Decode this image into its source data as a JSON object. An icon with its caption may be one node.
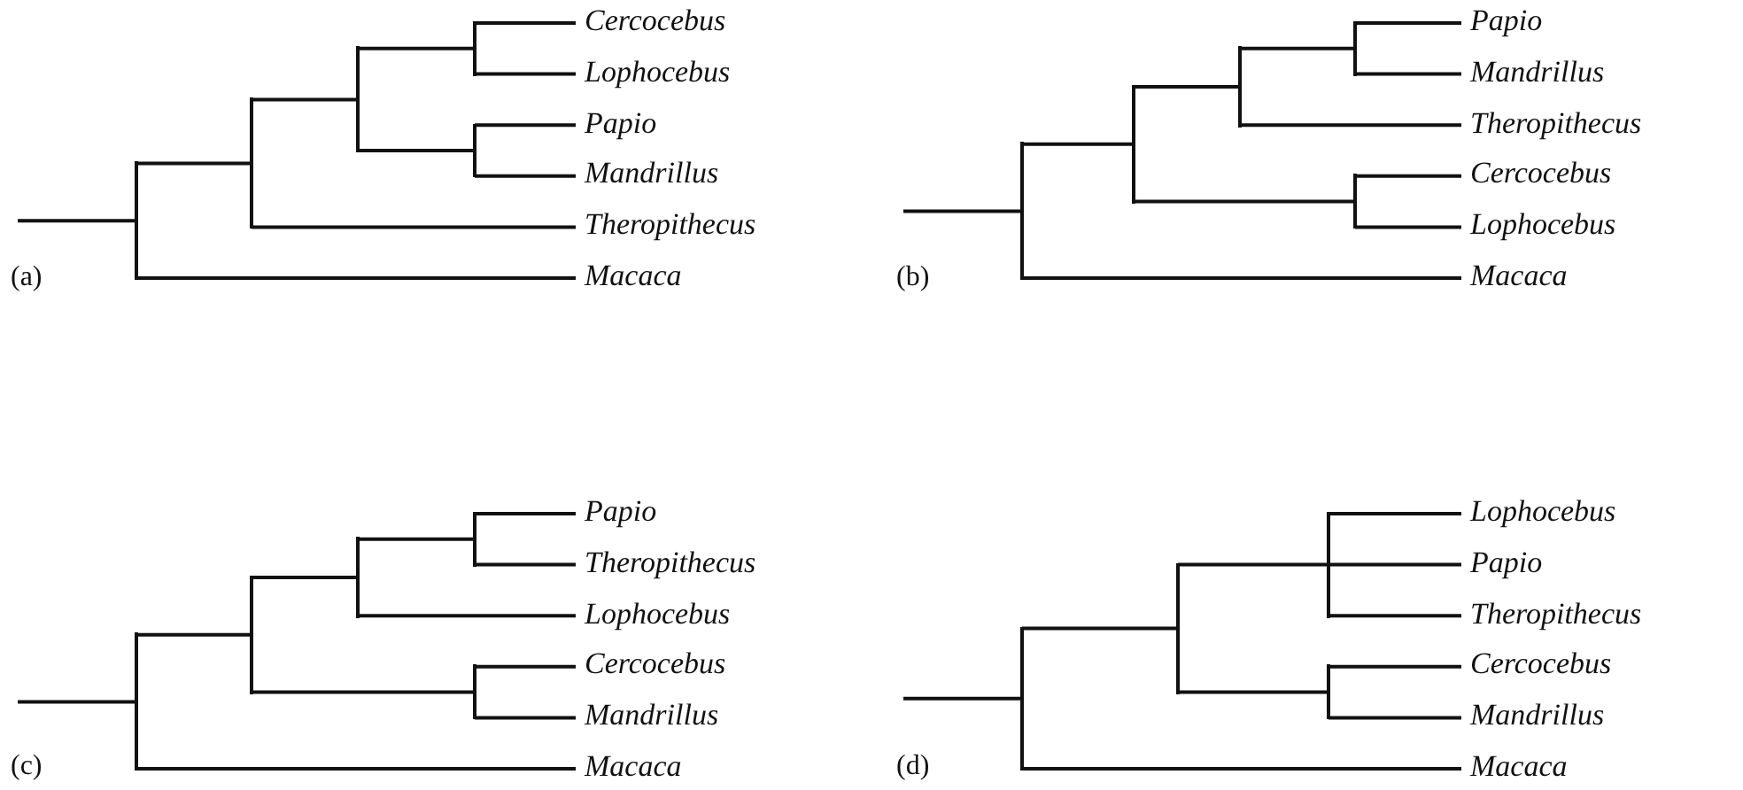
{
  "diagram": {
    "nodes": [
      {
        "text": [],
        "shape": "bar"
      },
      {
        "text": [],
        "shape": "bar"
      },
      {
        "text": [],
        "shape": "bar"
      },
      {
        "text": [],
        "shape": "bar"
      },
      {
        "text": [
          "Cercocebus"
        ]
      },
      {
        "text": [
          "Lophocebus"
        ]
      },
      {
        "text": [],
        "shape": "bar"
      },
      {
        "text": [
          "Papio"
        ]
      },
      {
        "text": [
          "Mandrillus"
        ]
      },
      {
        "text": [
          "Theropithecus"
        ]
      },
      {
        "text": [
          "Macaca"
        ]
      },
      {
        "text": [],
        "shape": "bar"
      },
      {
        "text": [],
        "shape": "bar"
      },
      {
        "text": [],
        "shape": "bar"
      },
      {
        "text": [],
        "shape": "bar"
      },
      {
        "text": [
          "Papio"
        ]
      },
      {
        "text": [
          "Mandrillus"
        ]
      },
      {
        "text": [
          "Theropithecus"
        ]
      },
      {
        "text": [],
        "shape": "bar"
      },
      {
        "text": [
          "Cercocebus"
        ]
      },
      {
        "text": [
          "Lophocebus"
        ]
      },
      {
        "text": [
          "Macaca"
        ]
      },
      {
        "text": [],
        "shape": "bar"
      },
      {
        "text": [],
        "shape": "bar"
      },
      {
        "text": [],
        "shape": "bar"
      },
      {
        "text": [],
        "shape": "bar"
      },
      {
        "text": [
          "Papio"
        ]
      },
      {
        "text": [
          "Theropithecus"
        ]
      },
      {
        "text": [
          "Lophocebus"
        ]
      },
      {
        "text": [],
        "shape": "bar"
      },
      {
        "text": [
          "Cercocebus"
        ]
      },
      {
        "text": [
          "Mandrillus"
        ]
      },
      {
        "text": [
          "Macaca"
        ]
      },
      {
        "text": [],
        "shape": "bar"
      },
      {
        "text": [],
        "shape": "bar"
      },
      {
        "text": [],
        "shape": "bar"
      },
      {
        "text": [
          "Lophocebus"
        ]
      },
      {
        "text": [
          "Papio"
        ]
      },
      {
        "text": [
          "Theropithecus"
        ]
      },
      {
        "text": [],
        "shape": "bar"
      },
      {
        "text": [
          "Cercocebus"
        ]
      },
      {
        "text": [
          "Mandrillus"
        ]
      },
      {
        "text": [
          "Macaca"
        ]
      }
    ],
    "edges": [
      {
        "from": null,
        "to": 0,
        "arrow": "none"
      },
      {
        "from": 0,
        "to": 1,
        "arrow": "none"
      },
      {
        "from": 1,
        "to": 2,
        "arrow": "none"
      },
      {
        "from": 2,
        "to": 3,
        "arrow": "none"
      },
      {
        "from": 3,
        "to": 4,
        "arrow": "none"
      },
      {
        "from": 3,
        "to": 5,
        "arrow": "none"
      },
      {
        "from": 2,
        "to": 6,
        "arrow": "none"
      },
      {
        "from": 6,
        "to": 7,
        "arrow": "none"
      },
      {
        "from": 6,
        "to": 8,
        "arrow": "none"
      },
      {
        "from": 1,
        "to": 9,
        "arrow": "none"
      },
      {
        "from": 0,
        "to": 10,
        "arrow": "none"
      },
      {
        "from": null,
        "to": 11,
        "arrow": "none"
      },
      {
        "from": 11,
        "to": 12,
        "arrow": "none"
      },
      {
        "from": 12,
        "to": 13,
        "arrow": "none"
      },
      {
        "from": 13,
        "to": 14,
        "arrow": "none"
      },
      {
        "from": 14,
        "to": 15,
        "arrow": "none"
      },
      {
        "from": 14,
        "to": 16,
        "arrow": "none"
      },
      {
        "from": 13,
        "to": 17,
        "arrow": "none"
      },
      {
        "from": 12,
        "to": 18,
        "arrow": "none"
      },
      {
        "from": 18,
        "to": 19,
        "arrow": "none"
      },
      {
        "from": 18,
        "to": 20,
        "arrow": "none"
      },
      {
        "from": 11,
        "to": 21,
        "arrow": "none"
      },
      {
        "from": null,
        "to": 22,
        "arrow": "none"
      },
      {
        "from": 22,
        "to": 23,
        "arrow": "none"
      },
      {
        "from": 23,
        "to": 24,
        "arrow": "none"
      },
      {
        "from": 24,
        "to": 25,
        "arrow": "none"
      },
      {
        "from": 25,
        "to": 26,
        "arrow": "none"
      },
      {
        "from": 25,
        "to": 27,
        "arrow": "none"
      },
      {
        "from": 24,
        "to": 28,
        "arrow": "none"
      },
      {
        "from": 23,
        "to": 29,
        "arrow": "none"
      },
      {
        "from": 29,
        "to": 30,
        "arrow": "none"
      },
      {
        "from": 29,
        "to": 31,
        "arrow": "none"
      },
      {
        "from": 22,
        "to": 32,
        "arrow": "none"
      },
      {
        "from": null,
        "to": 33,
        "arrow": "none"
      },
      {
        "from": 33,
        "to": 34,
        "arrow": "none"
      },
      {
        "from": 34,
        "to": 35,
        "arrow": "none"
      },
      {
        "from": 35,
        "to": 36,
        "arrow": "none"
      },
      {
        "from": 35,
        "to": 37,
        "arrow": "none"
      },
      {
        "from": 35,
        "to": 38,
        "arrow": "none"
      },
      {
        "from": 34,
        "to": 39,
        "arrow": "none"
      },
      {
        "from": 39,
        "to": 40,
        "arrow": "none"
      },
      {
        "from": 39,
        "to": 41,
        "arrow": "none"
      },
      {
        "from": 33,
        "to": 42,
        "arrow": "none"
      }
    ],
    "labels": [
      "(a)",
      "(b)",
      "(c)",
      "(d)"
    ]
  }
}
